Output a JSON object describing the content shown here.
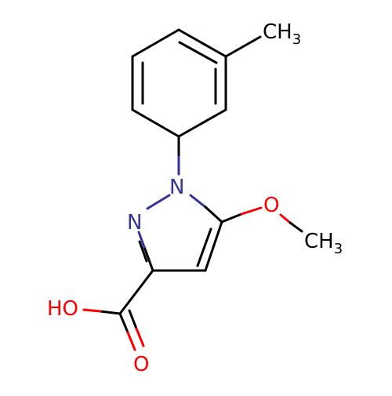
{
  "molecule": {
    "atoms": {
      "methyl_top": {
        "main": "CH",
        "sub": "3"
      },
      "n1": {
        "main": "N"
      },
      "n2": {
        "main": "N"
      },
      "o_ether": {
        "main": "O"
      },
      "methyl_ether": {
        "main": "CH",
        "sub": "3"
      },
      "o_hydroxyl": {
        "main": "HO"
      },
      "o_carbonyl": {
        "main": "O"
      }
    },
    "colors": {
      "carbon": "#000000",
      "nitrogen": "#33339a",
      "oxygen": "#ff0000"
    }
  }
}
